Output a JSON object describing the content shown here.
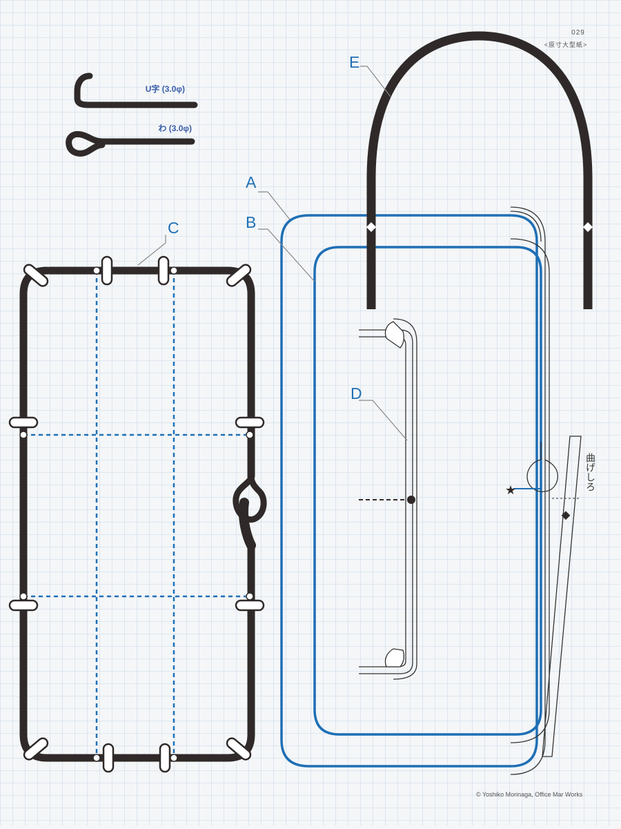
{
  "page_number": "029",
  "page_note": "<原寸大型紙>",
  "legend": {
    "u_hook": "U字 (3.0φ)",
    "loop_hook": "わ (3.0φ)"
  },
  "labels": {
    "a": "A",
    "b": "B",
    "c": "C",
    "d": "D",
    "e": "E"
  },
  "bend_margin": "曲げしろ",
  "star": "★",
  "credit": "© Yoshiko Morinaga, Office Mar Works",
  "colors": {
    "wire_dark": "#2f2a29",
    "wire_blue": "#1f6fb5",
    "grid": "#bcd0e2"
  }
}
